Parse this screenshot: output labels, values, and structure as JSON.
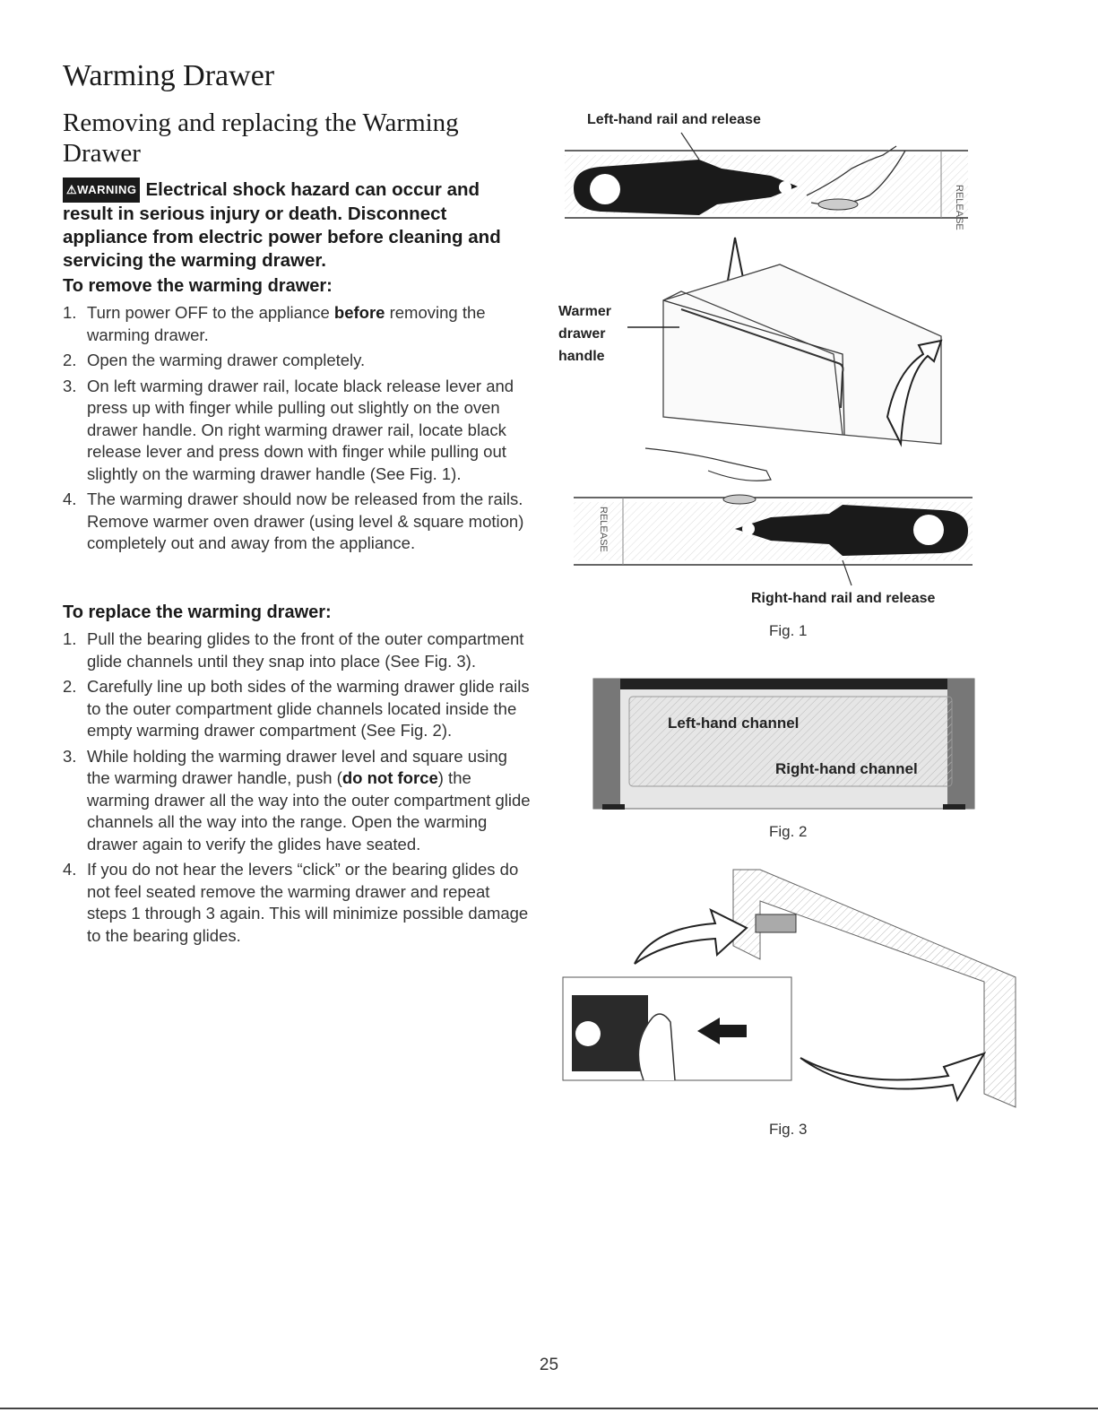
{
  "page_title": "Warming Drawer",
  "section_title": "Removing and replacing the Warming Drawer",
  "warning": {
    "badge": "⚠WARNING",
    "text": "Electrical shock hazard can occur and result in serious injury or death. Disconnect appliance from electric power before cleaning and servicing the warming drawer."
  },
  "remove": {
    "heading": "To remove the warming drawer:",
    "steps": [
      {
        "num": "1.",
        "pre": "Turn power OFF to the appliance ",
        "bold": "before",
        "post": " removing the warming drawer."
      },
      {
        "num": "2.",
        "text": "Open the warming drawer completely."
      },
      {
        "num": "3.",
        "text": "On left warming drawer rail, locate black release lever and press up with finger while pulling out slightly on the oven drawer handle. On right warming drawer rail, locate black release lever and press down with finger while pulling out slightly on the warming drawer handle (See Fig. 1)."
      },
      {
        "num": "4.",
        "text": "The warming drawer should now be released from the rails. Remove warmer oven drawer (using level & square motion) completely out and away from the appliance."
      }
    ]
  },
  "replace": {
    "heading": "To replace the warming drawer:",
    "steps": [
      {
        "num": "1.",
        "text": "Pull the bearing glides to the front of the outer compartment glide channels until they snap into place (See Fig. 3)."
      },
      {
        "num": "2.",
        "text": "Carefully line up both sides of the warming drawer glide rails to the outer compartment glide channels located inside the empty warming drawer compartment (See Fig. 2)."
      },
      {
        "num": "3.",
        "pre": "While holding the warming drawer level and square using the warming drawer handle, push (",
        "bold": "do not force",
        "post": ") the warming drawer all the way into the outer compartment glide channels all the way into the range. Open the warming drawer again to verify the glides have seated."
      },
      {
        "num": "4.",
        "text": "If you do not hear the levers “click” or the bearing glides do not feel seated remove the warming drawer and repeat steps 1 through 3 again.  This will minimize possible damage to the bearing glides."
      }
    ]
  },
  "fig1": {
    "label_left_rail": "Left-hand rail and release",
    "label_right_rail": "Right-hand rail and release",
    "label_handle_line1": "Warmer",
    "label_handle_line2": "drawer",
    "label_handle_line3": "handle",
    "release_text": "RELEASE",
    "caption": "Fig. 1"
  },
  "fig2": {
    "label_left": "Left-hand channel",
    "label_right": "Right-hand channel",
    "caption": "Fig. 2"
  },
  "fig3": {
    "caption": "Fig. 3"
  },
  "page_number": "25"
}
